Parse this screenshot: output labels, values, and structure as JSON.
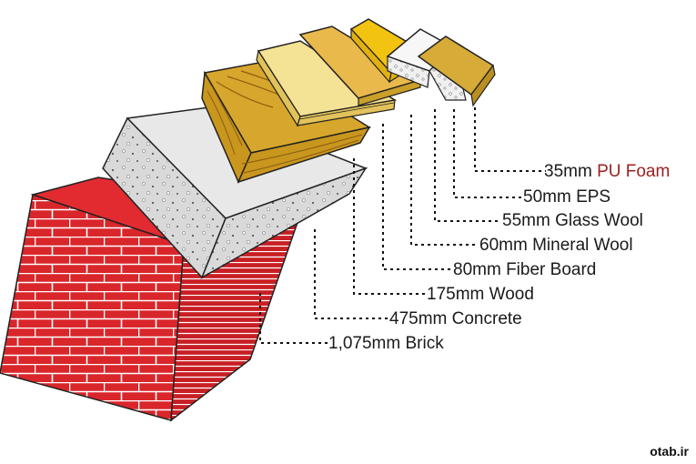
{
  "layers": [
    {
      "id": "pu-foam",
      "thickness": "35mm",
      "material": "PU Foam",
      "highlight": true
    },
    {
      "id": "eps",
      "thickness": "50mm",
      "material": "EPS",
      "highlight": false
    },
    {
      "id": "glass-wool",
      "thickness": "55mm",
      "material": "Glass Wool",
      "highlight": false
    },
    {
      "id": "mineral-wool",
      "thickness": "60mm",
      "material": "Mineral Wool",
      "highlight": false
    },
    {
      "id": "fiber-board",
      "thickness": "80mm",
      "material": "Fiber Board",
      "highlight": false
    },
    {
      "id": "wood",
      "thickness": "175mm",
      "material": "Wood",
      "highlight": false
    },
    {
      "id": "concrete",
      "thickness": "475mm",
      "material": "Concrete",
      "highlight": false
    },
    {
      "id": "brick",
      "thickness": "1,075mm",
      "material": "Brick",
      "highlight": false
    }
  ],
  "credit": "otab.ir",
  "colors": {
    "brick": "#d9262b",
    "concrete": "#e6e6e6",
    "wood": "#d4a52a",
    "fiber_board": "#f3df8e",
    "mineral_wool": "#e9b84a",
    "glass_wool": "#f2c20f",
    "eps": "#f5f5f5",
    "pu_foam": "#d4aa37",
    "highlight_text": "#9c1f1f"
  }
}
